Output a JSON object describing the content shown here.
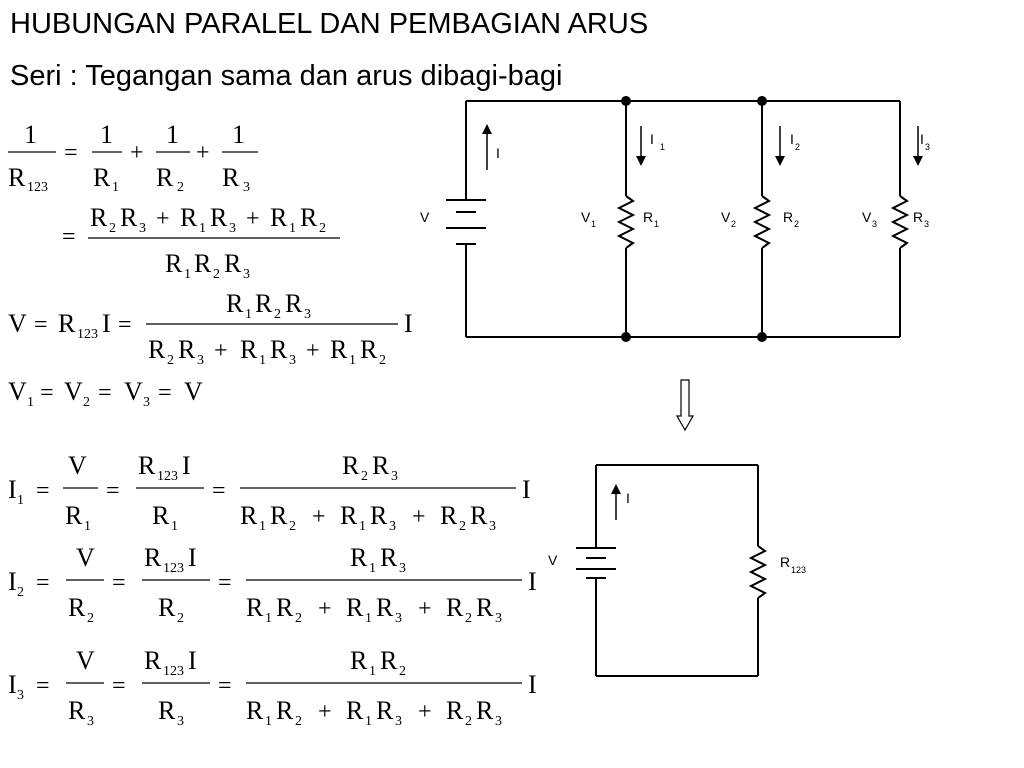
{
  "slide": {
    "title": "HUBUNGAN PARALEL DAN PEMBAGIAN ARUS",
    "subtitle": "Seri : Tegangan sama dan arus dibagi-bagi"
  },
  "symbols": {
    "one": "1",
    "R": "R",
    "V": "V",
    "I": "I",
    "eq": "=",
    "plus": "+",
    "s1": "1",
    "s2": "2",
    "s3": "3",
    "s123": "123"
  },
  "circuit": {
    "source_label": "V",
    "current_label": "I",
    "branch_currents": [
      "I",
      "I",
      "I"
    ],
    "branch_voltages": [
      "V",
      "V",
      "V"
    ],
    "resistors": [
      "R",
      "R",
      "R"
    ],
    "subs": [
      "1",
      "2",
      "3"
    ],
    "equivalent": {
      "source_label": "V",
      "current_label": "I",
      "resistor": "R",
      "resistor_sub": "123"
    }
  }
}
